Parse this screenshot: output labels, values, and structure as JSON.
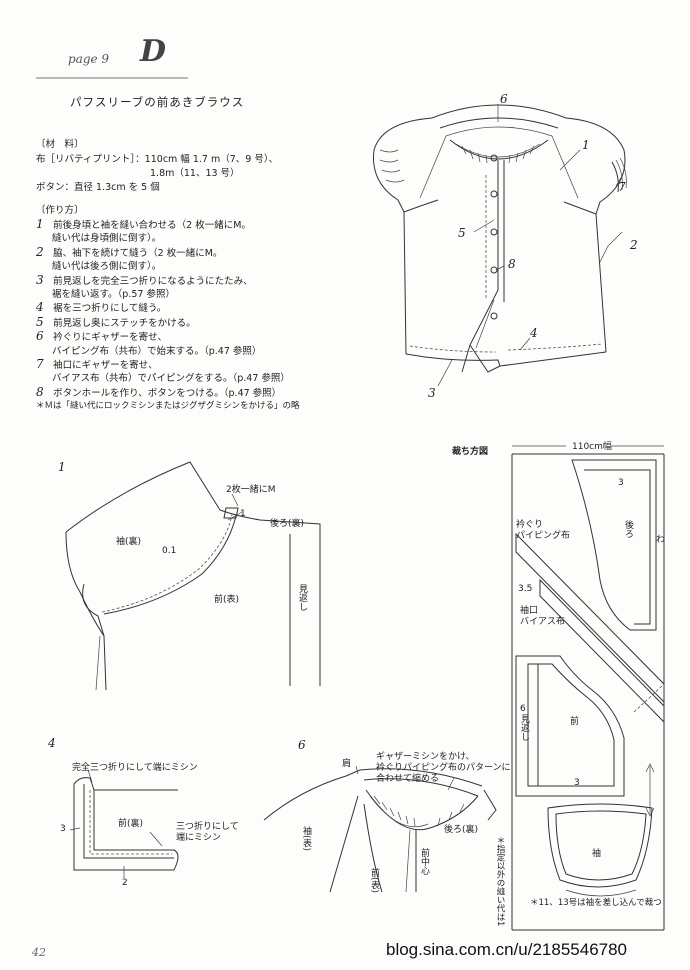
{
  "header": {
    "page_ref": "page 9",
    "letter": "D"
  },
  "title": "パフスリーブの前あきブラウス",
  "materials": {
    "heading": "〔材　料〕",
    "lines": [
      "布［リバティプリント］：110cm 幅 1.7 m（7、9 号）、",
      "　　　　　　　　　　　　1.8m（11、13 号）",
      "ボタン：直径 1.3cm を 5 個"
    ]
  },
  "steps": {
    "heading": "〔作り方〕",
    "items": [
      {
        "num": "1",
        "text": "前後身頃と袖を縫い合わせる（2 枚一緒にM。",
        "cont": "縫い代は身頃側に倒す）。"
      },
      {
        "num": "2",
        "text": "脇、袖下を続けて縫う（2 枚一緒にM。",
        "cont": "縫い代は後ろ側に倒す）。"
      },
      {
        "num": "3",
        "text": "前見返しを完全三つ折りになるようにたたみ、",
        "cont": "裾を縫い返す。（p.57 参照）"
      },
      {
        "num": "4",
        "text": "裾を三つ折りにして縫う。",
        "cont": ""
      },
      {
        "num": "5",
        "text": "前見返し奥にステッチをかける。",
        "cont": ""
      },
      {
        "num": "6",
        "text": "衿ぐりにギャザーを寄せ、",
        "cont": "バイピング布（共布）で始末する。（p.47 参照）"
      },
      {
        "num": "7",
        "text": "袖口にギャザーを寄せ、",
        "cont": "バイアス布（共布）でパイピングをする。（p.47 参照）"
      },
      {
        "num": "8",
        "text": "ボタンホールを作り、ボタンをつける。（p.47 参照）",
        "cont": ""
      }
    ],
    "note": "＊Ｍは「縫い代にロックミシンまたはジグザグミシンをかける」の略"
  },
  "garment_callouts": [
    "6",
    "1",
    "7",
    "5",
    "2",
    "8",
    "4",
    "3"
  ],
  "fig1": {
    "num": "1",
    "labels": {
      "two_together": "2枚一緒にM",
      "one": "1",
      "back": "後ろ(裏)",
      "sleeve": "袖(裏)",
      "sa": "0.1",
      "front": "前(表)",
      "facing": "見返し"
    }
  },
  "fig4": {
    "num": "4",
    "labels": {
      "top": "完全三つ折りにして端にミシン",
      "three": "3",
      "front": "前(裏)",
      "fold": "三つ折りにして\n端にミシン",
      "two": "2"
    }
  },
  "fig6": {
    "num": "6",
    "labels": {
      "shoulder": "肩",
      "gather": "ギャザーミシンをかけ、\n衿ぐりパイピング布のパターンに\n合わせて縮める",
      "back": "後ろ(裏)",
      "sleeve": "袖(表)",
      "cf": "前中心",
      "front": "前(表)"
    }
  },
  "cutting": {
    "heading": "裁ち方図",
    "width": "110cm幅",
    "labels": {
      "three_top": "3",
      "back": "後ろ",
      "wa": "わ",
      "neck": "衿ぐり\nパイピング布",
      "sa35": "3.5",
      "cuff": "袖口\nバイアス布",
      "six": "6",
      "facing": "見返し",
      "front": "前",
      "three_bot": "3",
      "sleeve": "袖"
    },
    "side_note": "＊指定以外の縫い代は1",
    "bottom_note": "＊11、13号は袖を差し込んで裁つ"
  },
  "footer": {
    "page_number": "42",
    "watermark": "blog.sina.com.cn/u/2185546780"
  }
}
